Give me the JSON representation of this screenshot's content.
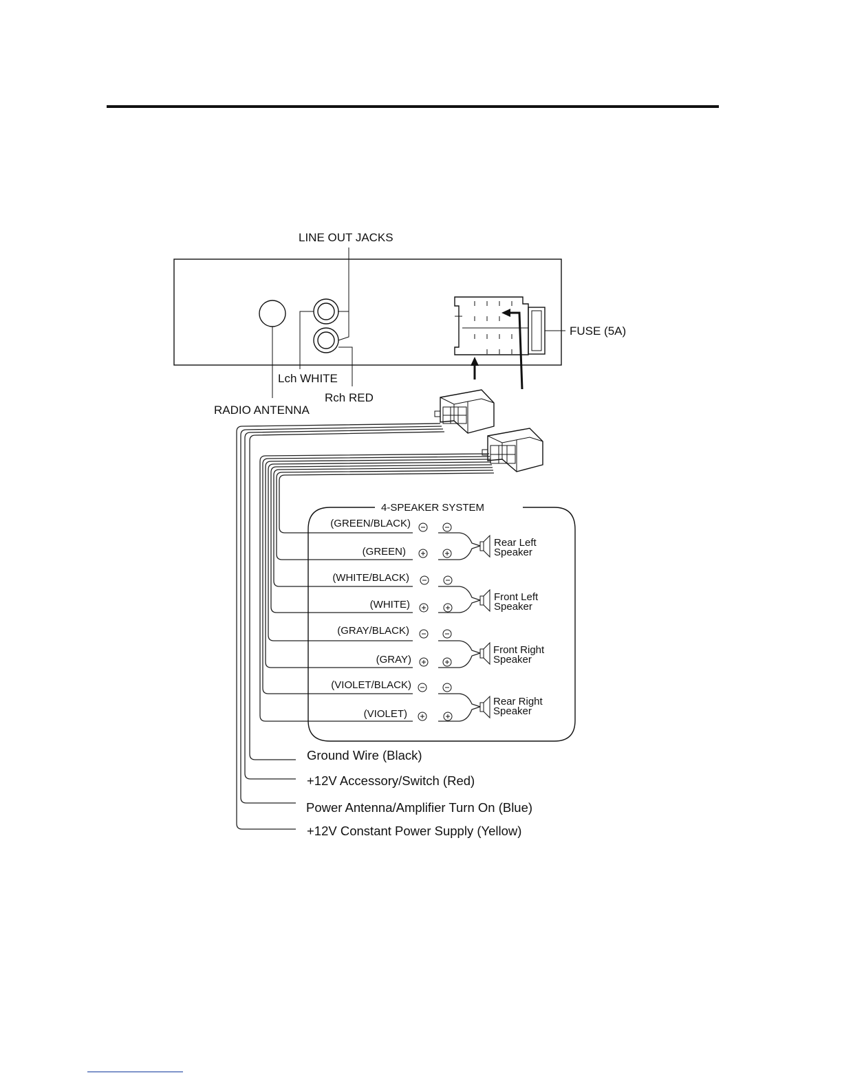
{
  "labels": {
    "line_out_jacks": "LINE OUT JACKS",
    "fuse": "FUSE (5A)",
    "lch": "Lch WHITE",
    "rch": "Rch RED",
    "radio_antenna": "RADIO ANTENNA",
    "speaker_system": "4-SPEAKER SYSTEM"
  },
  "speaker_wires": [
    {
      "color": "(GREEN/BLACK)",
      "polarity": "-"
    },
    {
      "color": "(GREEN)",
      "polarity": "+"
    },
    {
      "color": "(WHITE/BLACK)",
      "polarity": "-"
    },
    {
      "color": "(WHITE)",
      "polarity": "+"
    },
    {
      "color": "(GRAY/BLACK)",
      "polarity": "-"
    },
    {
      "color": "(GRAY)",
      "polarity": "+"
    },
    {
      "color": "(VIOLET/BLACK)",
      "polarity": "-"
    },
    {
      "color": "(VIOLET)",
      "polarity": "+"
    }
  ],
  "speakers": [
    {
      "line1": "Rear Left",
      "line2": "Speaker"
    },
    {
      "line1": "Front Left",
      "line2": "Speaker"
    },
    {
      "line1": "Front Right",
      "line2": "Speaker"
    },
    {
      "line1": "Rear Right",
      "line2": "Speaker"
    }
  ],
  "power_wires": [
    "Ground Wire (Black)",
    "+12V Accessory/Switch (Red)",
    "Power Antenna/Amplifier Turn On (Blue)",
    "+12V Constant Power Supply (Yellow)"
  ]
}
